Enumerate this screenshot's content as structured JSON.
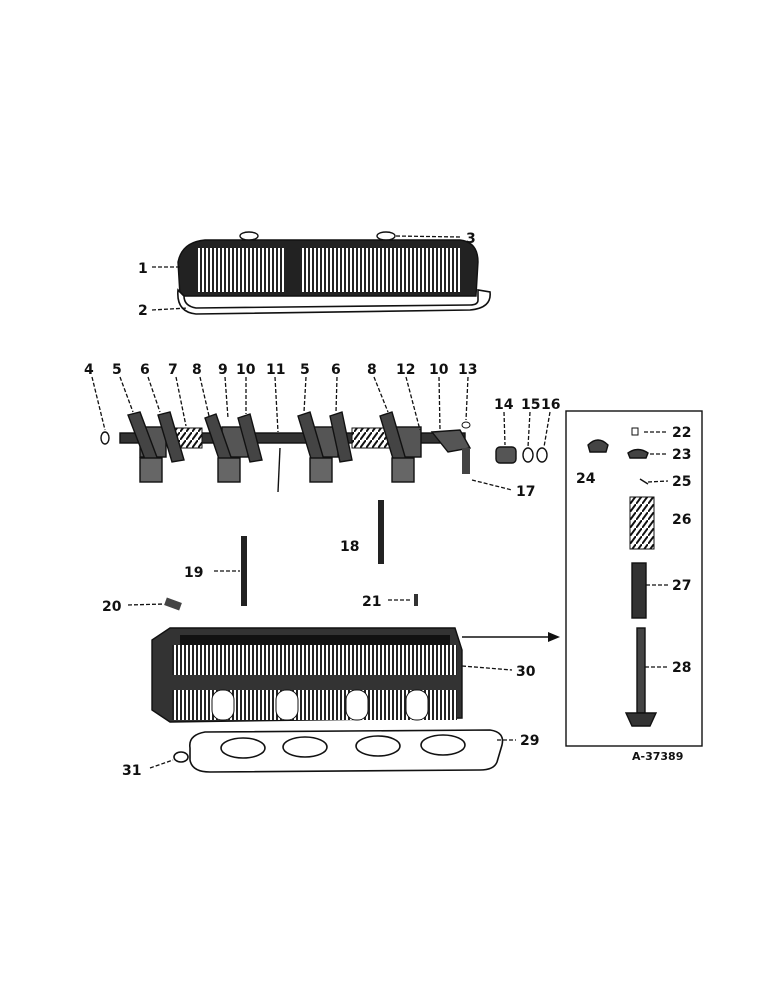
{
  "callouts": {
    "c1": "1",
    "c2": "2",
    "c3": "3",
    "c4": "4",
    "c5a": "5",
    "c6a": "6",
    "c7": "7",
    "c8a": "8",
    "c9": "9",
    "c10a": "10",
    "c11": "11",
    "c5b": "5",
    "c6b": "6",
    "c8b": "8",
    "c12": "12",
    "c10b": "10",
    "c13": "13",
    "c14": "14",
    "c15": "15",
    "c16": "16",
    "c17": "17",
    "c18": "18",
    "c19": "19",
    "c20": "20",
    "c21": "21",
    "c22": "22",
    "c23": "23",
    "c24": "24",
    "c25": "25",
    "c26": "26",
    "c27": "27",
    "c28": "28",
    "c29": "29",
    "c30": "30",
    "c31": "31"
  },
  "reference": "A-37389"
}
